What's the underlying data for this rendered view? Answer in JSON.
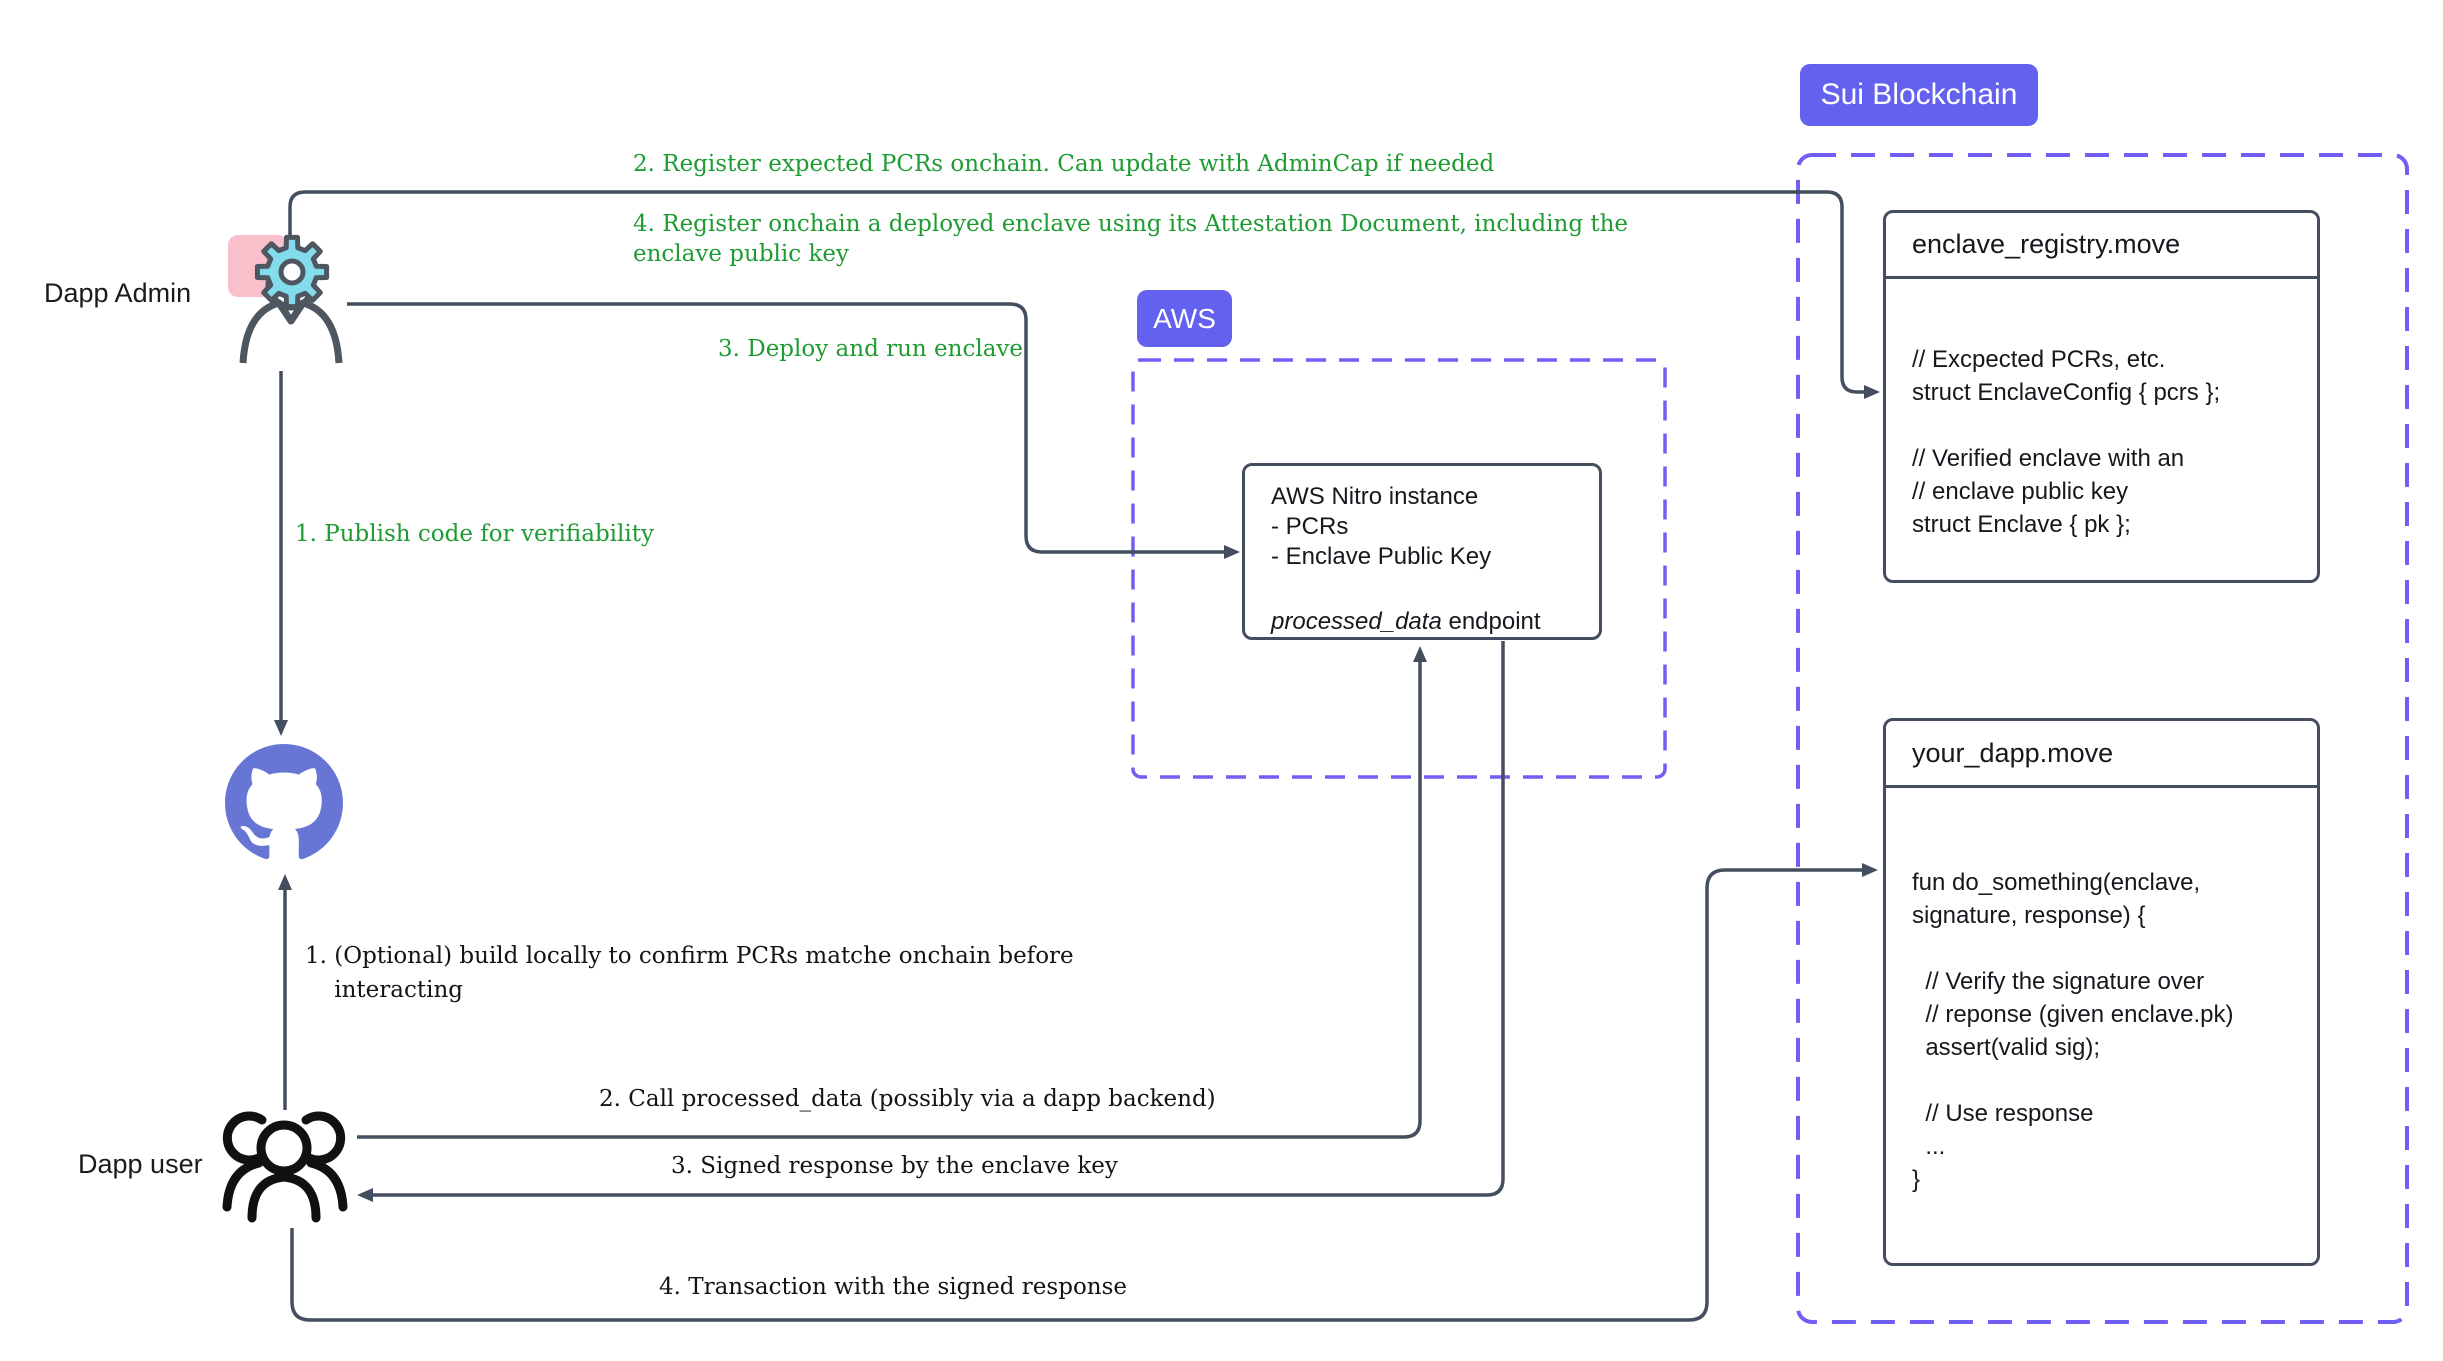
{
  "diagram": {
    "admin": {
      "label": "Dapp Admin"
    },
    "user": {
      "label": "Dapp user"
    },
    "badges": {
      "aws": "AWS",
      "sui": "Sui Blockchain"
    },
    "nitro_box": {
      "lines": "AWS Nitro instance\n- PCRs\n- Enclave Public Key",
      "endpoint_name": "processed_data",
      "endpoint_suffix": " endpoint"
    },
    "registry_box": {
      "title": "enclave_registry.move",
      "code": "// Excpected PCRs, etc.\nstruct EnclaveConfig { pcrs };\n\n// Verified enclave with an\n// enclave public key\nstruct Enclave { pk };"
    },
    "dapp_box": {
      "title": "your_dapp.move",
      "code": "fun do_something(enclave,\nsignature, response) {\n\n  // Verify the signature over\n  // reponse (given enclave.pk)\n  assert(valid sig);\n\n  // Use response\n  ...\n}"
    },
    "annotations": {
      "publish": "1. Publish code for verifiability",
      "register_pcrs": "2. Register expected PCRs onchain. Can update with AdminCap if needed",
      "deploy": "3. Deploy and run enclave",
      "register_enclave": "4. Register onchain a deployed enclave using its Attestation Document, including the\nenclave public key",
      "build_locally": "1. (Optional) build locally to confirm PCRs matche onchain before\n    interacting",
      "call_endpoint": "2. Call processed_data (possibly via a dapp backend)",
      "signed_response": "3. Signed response by the enclave key",
      "transaction": "4. Transaction with the signed response"
    },
    "colors": {
      "line": "#454e5e",
      "green": "#1e9b32",
      "badge_purple": "#6461ef",
      "dashed_purple": "#705ef5",
      "github_purple": "#6775d5",
      "gear_cyan": "#83dcec",
      "pink": "#f9bfca"
    }
  }
}
